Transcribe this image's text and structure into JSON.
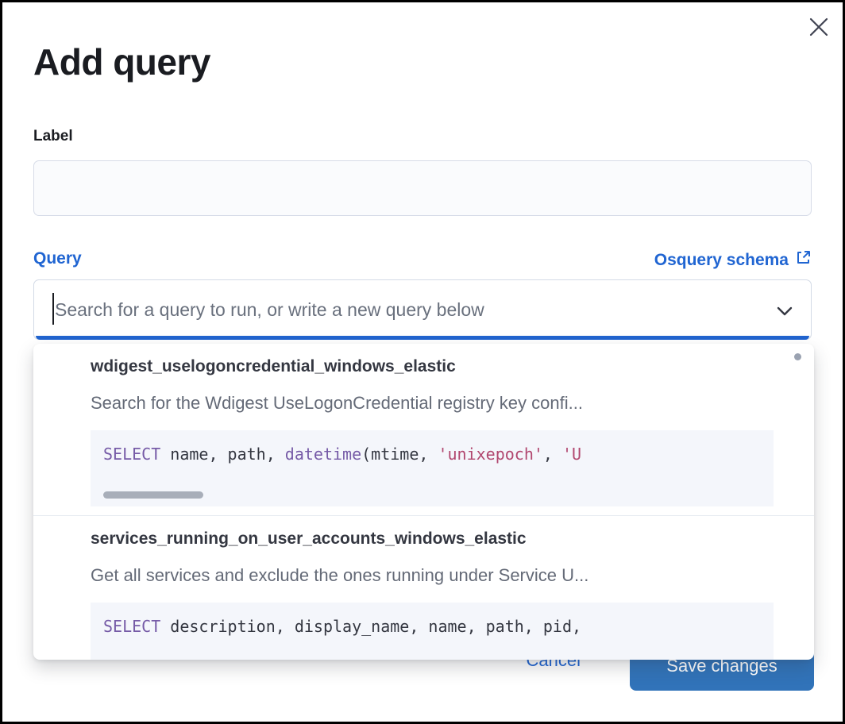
{
  "modal": {
    "title": "Add query"
  },
  "label_field": {
    "label": "Label",
    "value": ""
  },
  "query_field": {
    "label": "Query",
    "schema_link_label": "Osquery schema",
    "placeholder": "Search for a query to run, or write a new query below",
    "value": ""
  },
  "dropdown": {
    "items": [
      {
        "title": "wdigest_uselogoncredential_windows_elastic",
        "description": "Search for the Wdigest UseLogonCredential registry key confi...",
        "h_scrollbar": true,
        "code_tokens": [
          {
            "type": "keyword",
            "text": "SELECT"
          },
          {
            "type": "plain",
            "text": " name, path, "
          },
          {
            "type": "keyword",
            "text": "datetime"
          },
          {
            "type": "plain",
            "text": "(mtime, "
          },
          {
            "type": "string",
            "text": "'unixepoch'"
          },
          {
            "type": "plain",
            "text": ", "
          },
          {
            "type": "string",
            "text": "'U"
          }
        ]
      },
      {
        "title": "services_running_on_user_accounts_windows_elastic",
        "description": "Get all services and exclude the ones running under Service U...",
        "h_scrollbar": false,
        "code_tokens": [
          {
            "type": "keyword",
            "text": "SELECT"
          },
          {
            "type": "plain",
            "text": " description, display_name, name, path, pid,"
          }
        ]
      }
    ]
  },
  "footer": {
    "cancel_label": "Cancel",
    "save_label": "Save changes"
  },
  "colors": {
    "primary_link": "#2065d2",
    "focus_bar": "#2164cf",
    "save_button_fill": "#3173b9",
    "code_keyword": "#765ba7",
    "code_string": "#b1476f",
    "code_plain": "#343741",
    "description_text": "#646a77",
    "code_background": "#f4f6fb"
  },
  "icons": {
    "close": "close-icon",
    "external_link": "external-link-icon",
    "chevron_down": "chevron-down-icon"
  }
}
